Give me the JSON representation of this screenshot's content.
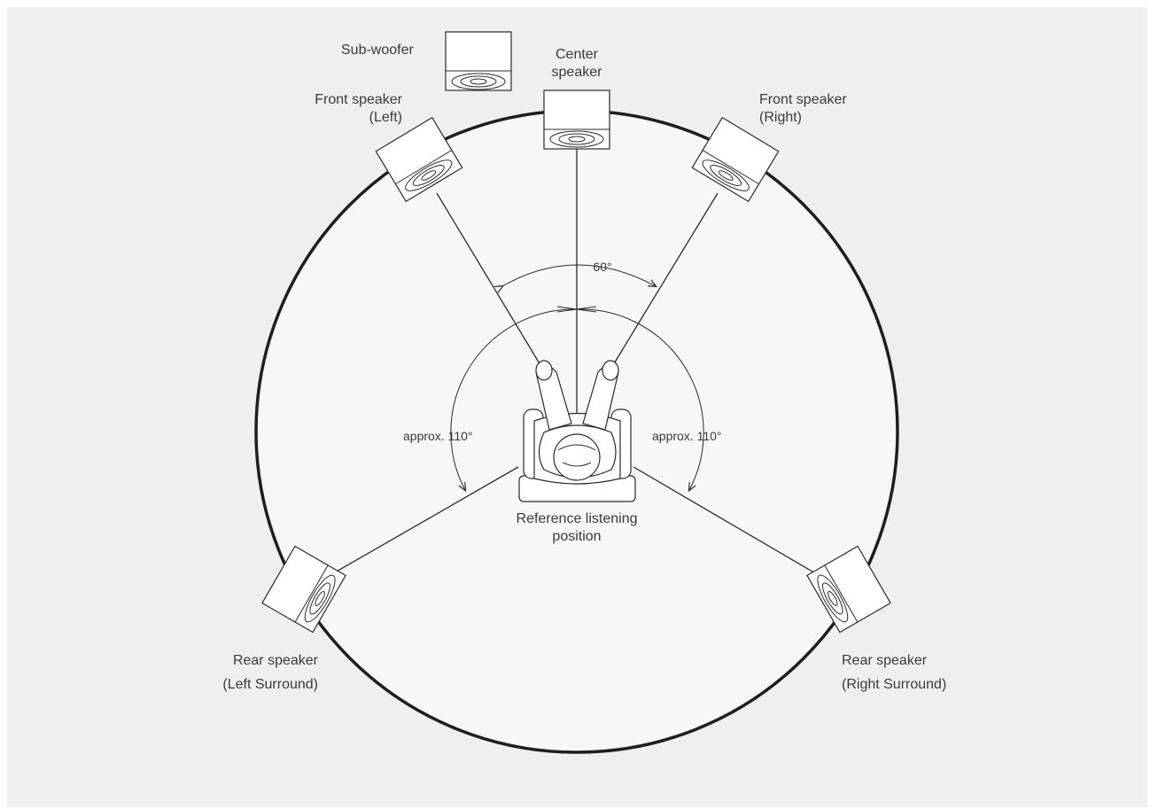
{
  "labels": {
    "subwoofer": "Sub-woofer",
    "center_line1": "Center",
    "center_line2": "speaker",
    "front_left_line1": "Front speaker",
    "front_left_line2": "(Left)",
    "front_right_line1": "Front speaker",
    "front_right_line2": "(Right)",
    "angle_front": "60°",
    "angle_left": "approx. 110°",
    "angle_right": "approx. 110°",
    "reference_line1": "Reference listening",
    "reference_line2": "position",
    "rear_left_line1": "Rear speaker",
    "rear_left_line2": "(Left Surround)",
    "rear_right_line1": "Rear speaker",
    "rear_right_line2": "(Right Surround)"
  },
  "colors": {
    "background": "#efefef",
    "circle_fill": "#f7f7f7",
    "ink": "#2a2a2a"
  }
}
